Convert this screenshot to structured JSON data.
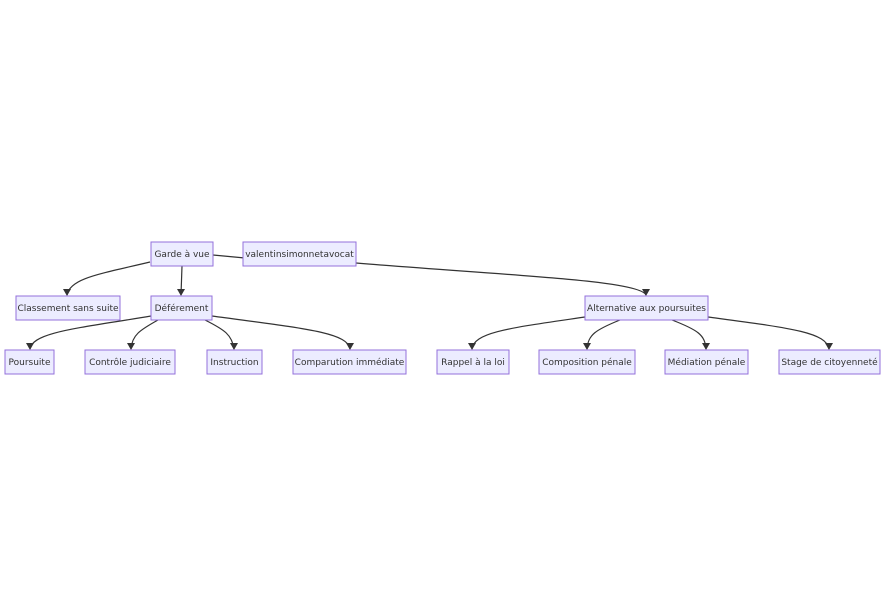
{
  "diagram": {
    "type": "flowchart",
    "nodes": [
      {
        "id": "garde",
        "label": "Garde à vue"
      },
      {
        "id": "author",
        "label": "valentinsimonnetavocat"
      },
      {
        "id": "classement",
        "label": "Classement sans suite"
      },
      {
        "id": "deferement",
        "label": "Déférement"
      },
      {
        "id": "alternative",
        "label": "Alternative aux poursuites"
      },
      {
        "id": "poursuite",
        "label": "Poursuite"
      },
      {
        "id": "controle",
        "label": "Contrôle judiciaire"
      },
      {
        "id": "instruction",
        "label": "Instruction"
      },
      {
        "id": "comparution",
        "label": "Comparution immédiate"
      },
      {
        "id": "rappel",
        "label": "Rappel à la loi"
      },
      {
        "id": "composition",
        "label": "Composition pénale"
      },
      {
        "id": "mediation",
        "label": "Médiation pénale"
      },
      {
        "id": "stage",
        "label": "Stage de citoyenneté"
      }
    ],
    "edges": [
      {
        "from": "garde",
        "to": "classement"
      },
      {
        "from": "garde",
        "to": "deferement"
      },
      {
        "from": "garde",
        "to": "alternative"
      },
      {
        "from": "deferement",
        "to": "poursuite"
      },
      {
        "from": "deferement",
        "to": "controle"
      },
      {
        "from": "deferement",
        "to": "instruction"
      },
      {
        "from": "deferement",
        "to": "comparution"
      },
      {
        "from": "alternative",
        "to": "rappel"
      },
      {
        "from": "alternative",
        "to": "composition"
      },
      {
        "from": "alternative",
        "to": "mediation"
      },
      {
        "from": "alternative",
        "to": "stage"
      }
    ],
    "colors": {
      "node_fill": "#ECECFF",
      "node_stroke": "#9370DB",
      "edge": "#333333",
      "text": "#333333"
    }
  }
}
